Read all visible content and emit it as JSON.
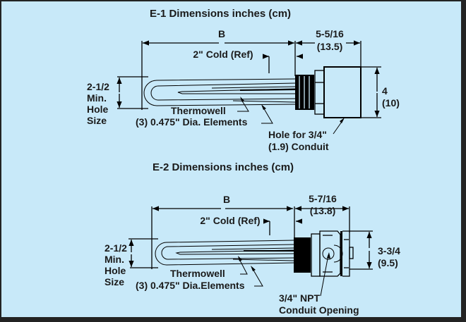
{
  "diagrams": [
    {
      "id": "E-1",
      "title": "E-1 Dimensions inches (cm)",
      "length_label": "B",
      "cold_label": "2\" Cold (Ref)",
      "head_length": "5-5/16",
      "head_length_cm": "(13.5)",
      "hole_size": [
        "2-1/2",
        "Min.",
        "Hole",
        "Size"
      ],
      "thermowell_label": "Thermowell",
      "elements_label": "(3) 0.475\" Dia. Elements",
      "head_height": "4",
      "head_height_cm": "(10)",
      "conduit_label": [
        "Hole for 3/4\"",
        "(1.9) Conduit"
      ]
    },
    {
      "id": "E-2",
      "title": "E-2 Dimensions inches (cm)",
      "length_label": "B",
      "cold_label": "2\" Cold (Ref)",
      "head_length": "5-7/16",
      "head_length_cm": "(13.8)",
      "hole_size": [
        "2-1/2",
        "Min.",
        "Hole",
        "Size"
      ],
      "thermowell_label": "Thermowell",
      "elements_label": "(3) 0.475\" Dia.Elements",
      "head_height": "3-3/4",
      "head_height_cm": "(9.5)",
      "conduit_label": [
        "3/4\" NPT",
        "Conduit Opening"
      ]
    }
  ],
  "colors": {
    "background": "#c8e9f9",
    "frame": "#232323",
    "ink": "#000000"
  }
}
